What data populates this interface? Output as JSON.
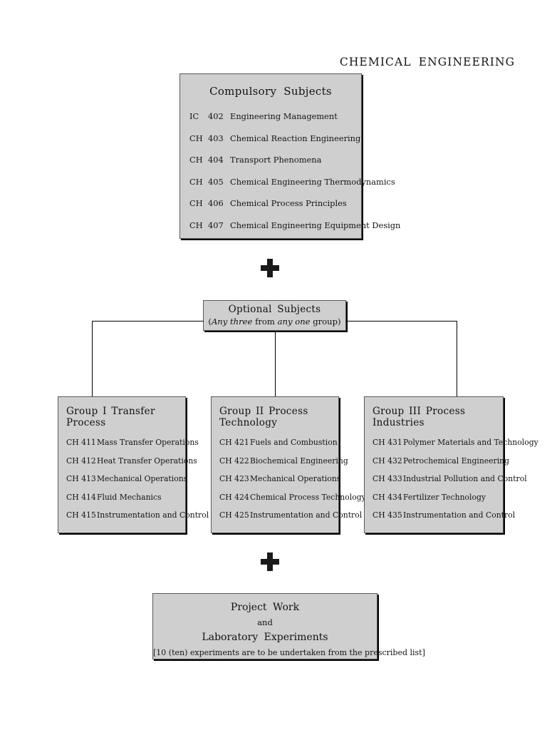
{
  "document": {
    "title": "CHEMICAL  ENGINEERING"
  },
  "compulsory": {
    "title": "Compulsory  Subjects",
    "courses": [
      {
        "dept": "IC",
        "number": "402",
        "name": "Engineering Management"
      },
      {
        "dept": "CH",
        "number": "403",
        "name": "Chemical Reaction Engineering"
      },
      {
        "dept": "CH",
        "number": "404",
        "name": "Transport Phenomena"
      },
      {
        "dept": "CH",
        "number": "405",
        "name": "Chemical Engineering Thermodynamics"
      },
      {
        "dept": "CH",
        "number": "406",
        "name": "Chemical Process Principles"
      },
      {
        "dept": "CH",
        "number": "407",
        "name": "Chemical Engineering Equipment Design"
      }
    ]
  },
  "optional": {
    "title": "Optional Subjects",
    "subtitle_parts": {
      "open": "(",
      "italic1": "Any three",
      "mid": " from ",
      "italic2": "any one",
      "tail": " group)"
    },
    "subtitle_plain": "(Any three from any one group)"
  },
  "groups": [
    {
      "title": "Group I Transfer Process",
      "courses": [
        {
          "code": "CH 411",
          "name": "Mass Transfer Operations"
        },
        {
          "code": "CH 412",
          "name": "Heat Transfer Operations"
        },
        {
          "code": "CH 413",
          "name": "Mechanical Operations"
        },
        {
          "code": "CH 414",
          "name": "Fluid Mechanics"
        },
        {
          "code": "CH 415",
          "name": "Instrumentation and Control"
        }
      ]
    },
    {
      "title": "Group II Process Technology",
      "courses": [
        {
          "code": "CH 421",
          "name": "Fuels and Combustion"
        },
        {
          "code": "CH 422",
          "name": "Biochemical Engineering"
        },
        {
          "code": "CH 423",
          "name": "Mechanical Operations"
        },
        {
          "code": "CH 424",
          "name": "Chemical Process Technology"
        },
        {
          "code": "CH 425",
          "name": "Instrumentation and Control"
        }
      ]
    },
    {
      "title": "Group III Process Industries",
      "courses": [
        {
          "code": "CH 431",
          "name": "Polymer Materials and Technology"
        },
        {
          "code": "CH 432",
          "name": "Petrochemical Engineering"
        },
        {
          "code": "CH 433",
          "name": "Industrial Pollution and Control"
        },
        {
          "code": "CH 434",
          "name": "Fertilizer Technology"
        },
        {
          "code": "CH 435",
          "name": "Instrumentation and Control"
        }
      ]
    }
  ],
  "project": {
    "line1": "Project  Work",
    "line2": "and",
    "line3": "Laboratory  Experiments",
    "line4": "[10 (ten) experiments are to be undertaken from the prescribed list]"
  },
  "connectors": {
    "plus_symbol": "plus"
  },
  "colors": {
    "box_fill": "#cfcfcf",
    "box_border": "#5a5a5a",
    "shadow": "#000000",
    "text": "#111111",
    "page_background": "#ffffff"
  }
}
